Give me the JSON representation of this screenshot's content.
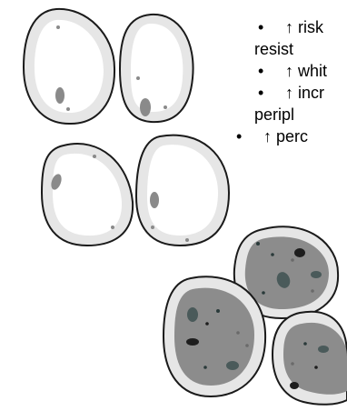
{
  "bullets": [
    {
      "marker": "•",
      "line1": "↑ risk",
      "line2": "resist"
    },
    {
      "marker": "•",
      "line1": "↑ whit",
      "line2": ""
    },
    {
      "marker": "•",
      "line1": "↑ incr",
      "line2": "peripl"
    },
    {
      "marker": "•",
      "line1": "↑ perc",
      "line2": ""
    }
  ],
  "colors": {
    "outline": "#1a1a1a",
    "membrane": "#e6e6e6",
    "white_fat_interior": "#ffffff",
    "brown_fat_interior": "#8c8c8c",
    "nucleus": "#555555",
    "droplet_dark": "#1e1e1e",
    "droplet_mid": "#4a5a5a"
  }
}
